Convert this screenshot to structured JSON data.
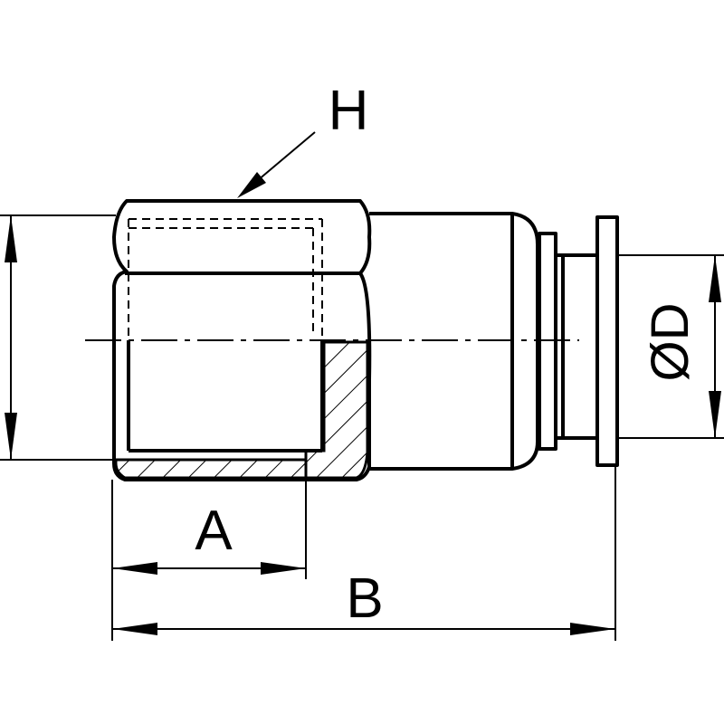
{
  "labels": {
    "hex_width": "H",
    "thread_length": "A",
    "overall_length": "B",
    "tube_diameter": "ØD"
  },
  "colors": {
    "line": "#000000",
    "background": "#ffffff"
  }
}
